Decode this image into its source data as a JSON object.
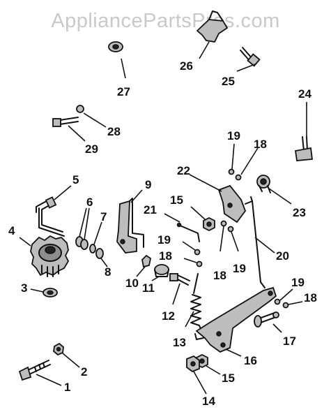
{
  "watermark": "AppliancePartsPros.com",
  "callouts": {
    "c1": "1",
    "c2": "2",
    "c3": "3",
    "c4": "4",
    "c5": "5",
    "c6": "6",
    "c7": "7",
    "c8": "8",
    "c9": "9",
    "c10": "10",
    "c11": "11",
    "c12": "12",
    "c13": "13",
    "c14": "14",
    "c15a": "15",
    "c15b": "15",
    "c16": "16",
    "c17": "17",
    "c18a": "18",
    "c18b": "18",
    "c18c": "18",
    "c18d": "18",
    "c19a": "19",
    "c19b": "19",
    "c19c": "19",
    "c19d": "19",
    "c20": "20",
    "c21": "21",
    "c22": "22",
    "c23": "23",
    "c24": "24",
    "c25": "25",
    "c26": "26",
    "c27": "27",
    "c28": "28",
    "c29": "29"
  }
}
